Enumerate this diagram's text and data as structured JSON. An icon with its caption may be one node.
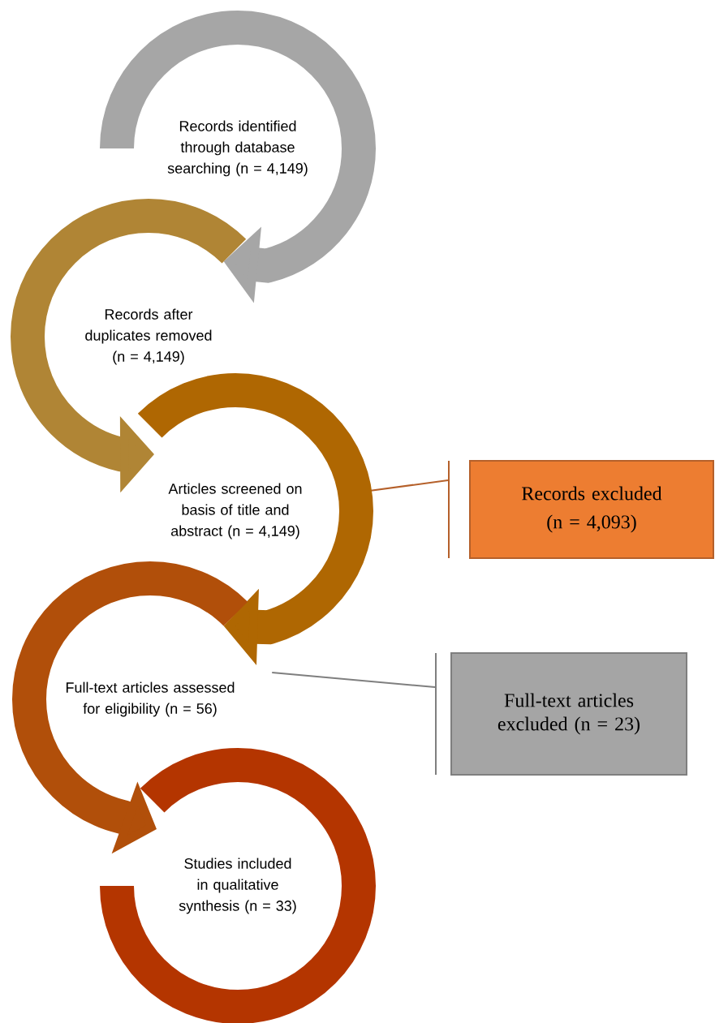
{
  "diagram": {
    "nodes": [
      {
        "text": [
          "Records identified through database searching (n = 4,149)"
        ]
      },
      {
        "text": [
          "Records after duplicates removed (n = 4,149)"
        ]
      },
      {
        "text": [
          "Articles screened on basis of title and abstract (n = 4,149)"
        ]
      },
      {
        "text": [
          "Full-text articles assessed for eligibility (n = 56)"
        ]
      },
      {
        "text": [
          "Studies included in qualitative synthesis (n = 33)"
        ]
      },
      {
        "text": [
          "Records excluded",
          "(n = 4,093)"
        ]
      },
      {
        "text": [
          "Full-text articles excluded (n = 23)"
        ]
      }
    ],
    "edges": [
      {
        "from": 0,
        "to": 1,
        "arrow": "to",
        "color": "#a6a6a6"
      },
      {
        "from": 1,
        "to": 2,
        "arrow": "to",
        "color": "#b08535"
      },
      {
        "from": 2,
        "to": 3,
        "arrow": "to",
        "color": "#af6702"
      },
      {
        "from": 3,
        "to": 4,
        "arrow": "to",
        "color": "#b14f0a"
      },
      {
        "from": 2,
        "to": 5,
        "arrow": "none",
        "color": "#b5602a"
      },
      {
        "from": 3,
        "to": 6,
        "arrow": "none",
        "color": "#7f7f7f"
      }
    ]
  }
}
